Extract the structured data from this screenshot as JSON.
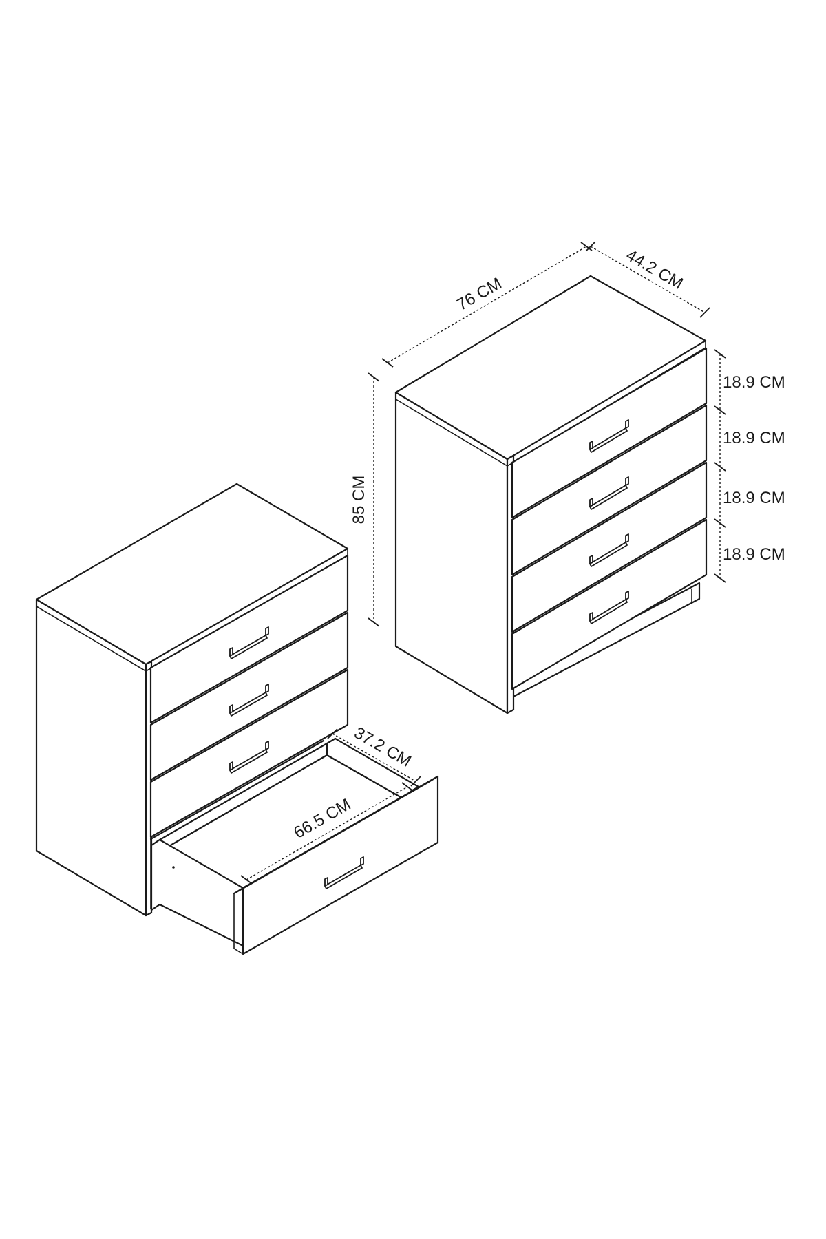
{
  "dimensions": {
    "width": "76 CM",
    "depth": "44.2 CM",
    "height": "85 CM",
    "drawer_fronts": [
      "18.9 CM",
      "18.9 CM",
      "18.9 CM",
      "18.9 CM"
    ],
    "drawer_inner_depth": "37.2 CM",
    "drawer_inner_width": "66.5 CM"
  },
  "colors": {
    "line": "#1a1a1a",
    "background": "#ffffff"
  }
}
